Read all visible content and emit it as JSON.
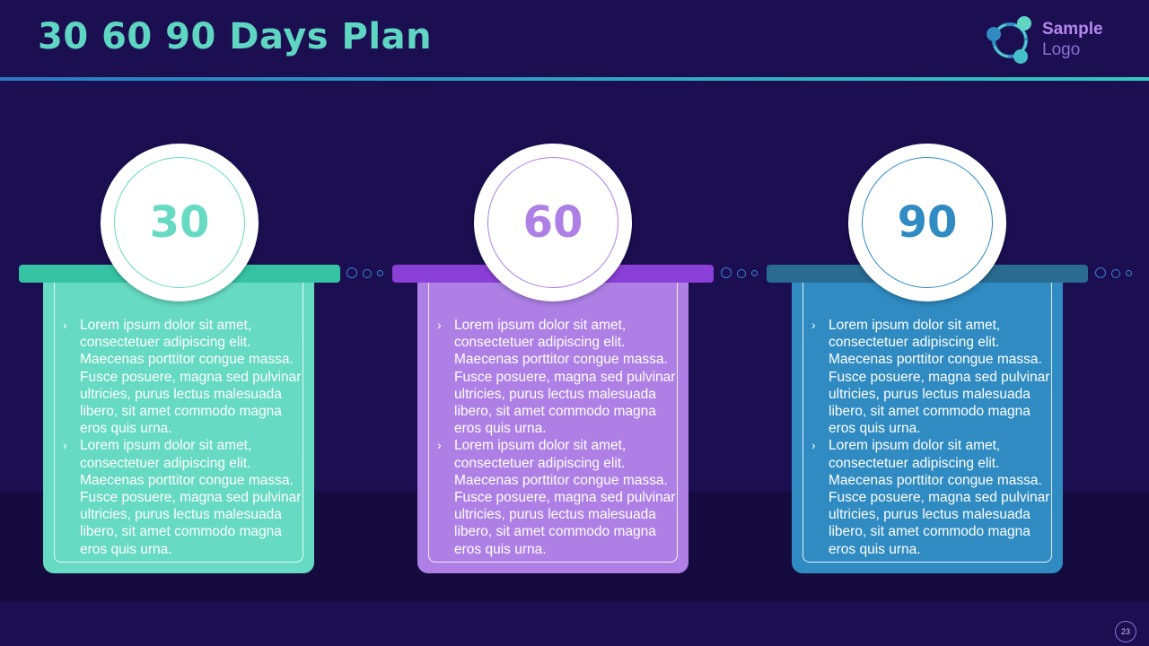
{
  "slide": {
    "title": "30 60 90 Days Plan",
    "page_number": "23"
  },
  "logo": {
    "line1": "Sample",
    "line2": "Logo",
    "icon": "molecule-logo-icon"
  },
  "colors": {
    "teal": "#66dac2",
    "purple": "#ae80e6",
    "blue": "#2f8bc1"
  },
  "phases": [
    {
      "number": "30",
      "color": "#66dac2",
      "bar_color": "#36c3a3",
      "bullets": [
        "Lorem ipsum dolor sit amet, consectetuer adipiscing elit. Maecenas porttitor congue massa. Fusce posuere, magna sed pulvinar ultricies, purus lectus malesuada libero, sit amet commodo magna eros quis urna.",
        "Lorem ipsum dolor sit amet, consectetuer adipiscing elit. Maecenas porttitor congue massa. Fusce posuere, magna sed pulvinar ultricies, purus lectus malesuada libero, sit amet commodo magna eros quis urna."
      ]
    },
    {
      "number": "60",
      "color": "#ae80e6",
      "bar_color": "#8a3fd6",
      "bullets": [
        "Lorem ipsum dolor sit amet, consectetuer adipiscing elit. Maecenas porttitor congue massa. Fusce posuere, magna sed pulvinar ultricies, purus lectus malesuada libero, sit amet commodo magna eros quis urna.",
        "Lorem ipsum dolor sit amet, consectetuer adipiscing elit. Maecenas porttitor congue massa. Fusce posuere, magna sed pulvinar ultricies, purus lectus malesuada libero, sit amet commodo magna eros quis urna."
      ]
    },
    {
      "number": "90",
      "color": "#2f8bc1",
      "bar_color": "#2a6b92",
      "bullets": [
        "Lorem ipsum dolor sit amet, consectetuer adipiscing elit. Maecenas porttitor congue massa. Fusce posuere, magna sed pulvinar ultricies, purus lectus malesuada libero, sit amet commodo magna eros quis urna.",
        "Lorem ipsum dolor sit amet, consectetuer adipiscing elit. Maecenas porttitor congue massa. Fusce posuere, magna sed pulvinar ultricies, purus lectus malesuada libero, sit amet commodo magna eros quis urna."
      ]
    }
  ]
}
